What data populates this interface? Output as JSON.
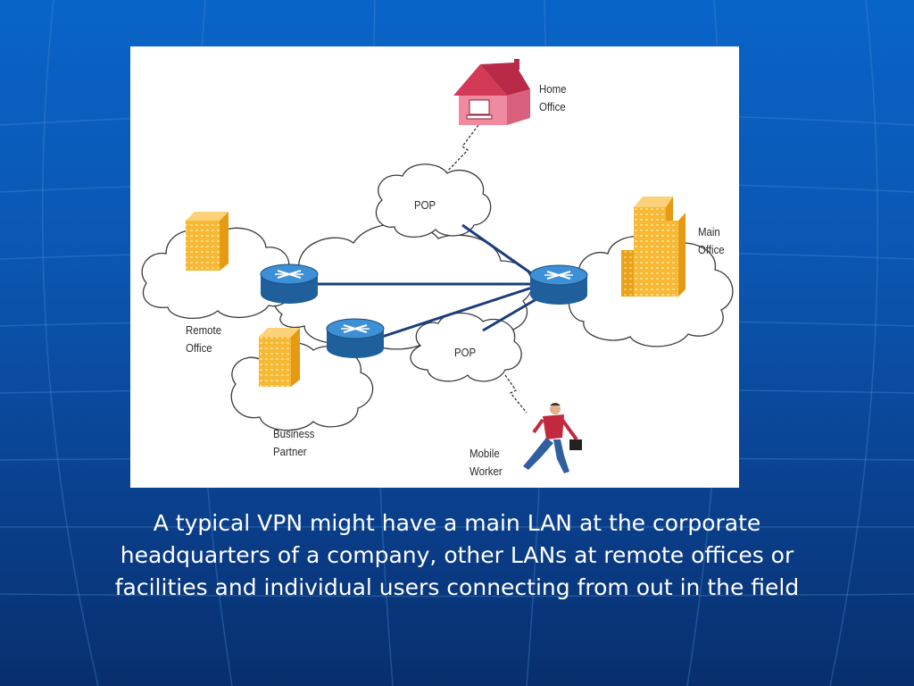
{
  "diagram": {
    "nodes": {
      "home_office": [
        "Home",
        "Office"
      ],
      "main_office": [
        "Main",
        "Office"
      ],
      "remote_office": [
        "Remote",
        "Office"
      ],
      "business_partner": [
        "Business",
        "Partner"
      ],
      "mobile_worker": [
        "Mobile",
        "Worker"
      ],
      "pop_top": "POP",
      "pop_bottom": "POP"
    },
    "colors": {
      "building_face": "#f7b833",
      "building_side": "#e69a14",
      "house_roof": "#d23a58",
      "house_wall": "#f08aa0",
      "router_blue": "#2e7cc4",
      "link_line": "#1c3c7c",
      "cloud_stroke": "#3a3a3a"
    },
    "links": [
      "remote-office-router to main-office-router",
      "business-partner-router to main-office-router",
      "pop-top to main-office-router",
      "pop-bottom to main-office-router",
      "home-office to pop-top (dial-up)",
      "mobile-worker to pop-bottom (dial-up)"
    ]
  },
  "caption": {
    "line1": "A typical VPN might have a main LAN at the corporate",
    "line2": "headquarters of a company, other LANs at remote offices or",
    "line3": "facilities and individual users connecting from out in the field"
  },
  "theme": {
    "background_top": "#0a64c8",
    "background_bottom": "#082f6c",
    "caption_color": "#ffffff"
  }
}
